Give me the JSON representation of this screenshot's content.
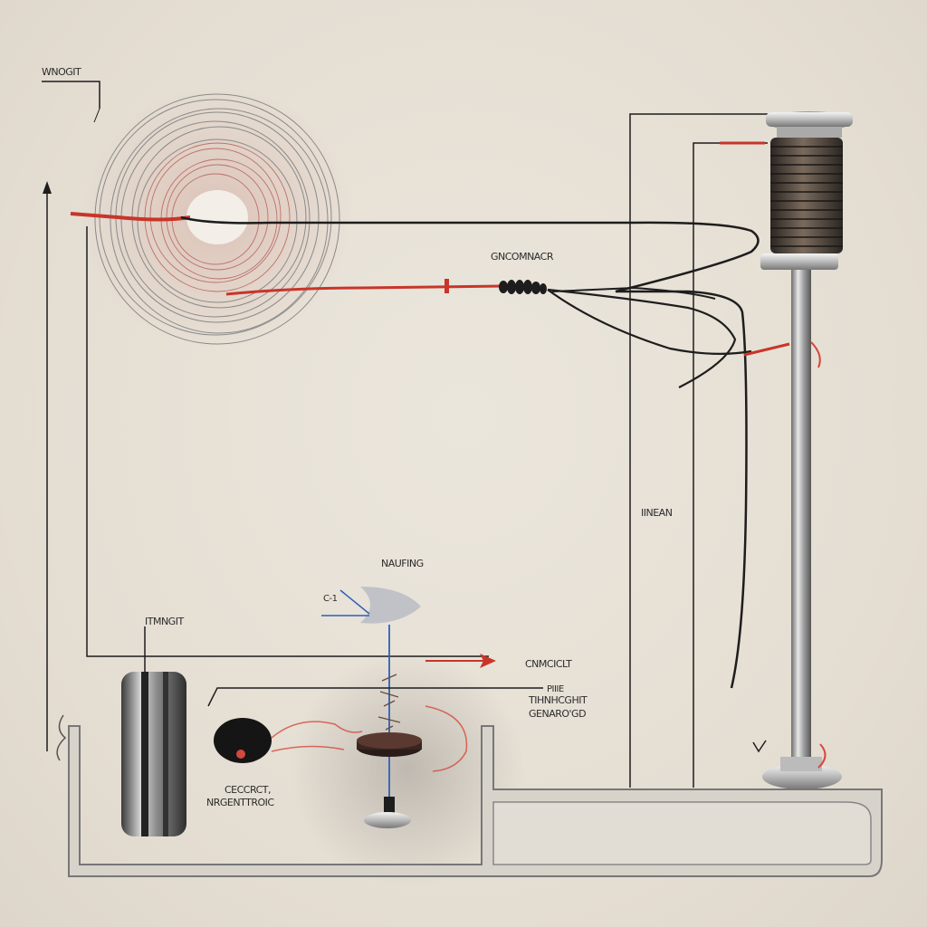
{
  "labels": {
    "top_left": "WNOGIT",
    "center_top": "GNCOMNACR",
    "right_middle": "IINEAN",
    "blue_center": "NAUFING",
    "blue_small": "C-1",
    "bottom_left": "ITMNGIT",
    "bottom_right_1": "CNMCICLT",
    "bottom_right_2": "PIIIE",
    "bottom_right_3": "TIHNHCGHIT",
    "bottom_right_4": "GENARO'GD",
    "bottom_center_1": "CECCRCT,",
    "bottom_center_2": "NRGENTTROIC"
  },
  "colors": {
    "background": "#e6e0d6",
    "wire": "#1d1d1d",
    "accent_red": "#c8352a",
    "field_blue": "#2f5fb8",
    "metal": "#9a9a9a"
  }
}
